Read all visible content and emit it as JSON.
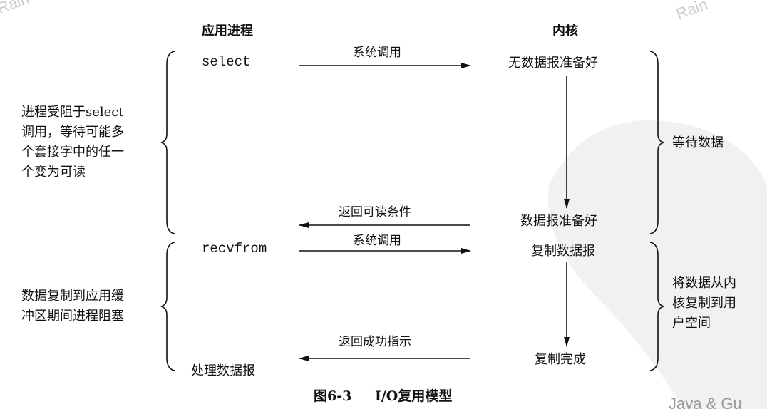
{
  "headers": {
    "app": "应用进程",
    "kernel": "内核"
  },
  "phase1": {
    "app_call": "select",
    "syscall_label": "系统调用",
    "kernel_start": "无数据报准备好",
    "kernel_wait": "等待数据",
    "return_label": "返回可读条件",
    "kernel_ready": "数据报准备好",
    "app_note": [
      "进程受阻于select",
      "调用，等待可能多",
      "个套接字中的任一",
      "个变为可读"
    ]
  },
  "phase2": {
    "app_call": "recvfrom",
    "syscall_label": "系统调用",
    "kernel_start": "复制数据报",
    "kernel_copy": [
      "将数据从内",
      "核复制到用",
      "户空间"
    ],
    "return_label": "返回成功指示",
    "kernel_done": "复制完成",
    "app_end": "处理数据报",
    "app_note": [
      "数据复制到应用缓",
      "冲区期间进程阻塞"
    ]
  },
  "caption": {
    "fig": "图6-3",
    "title": "I/O复用模型"
  },
  "watermarks": {
    "top_left": "Rain",
    "top_right": "Rain",
    "bottom_right": "Java & Gu"
  }
}
